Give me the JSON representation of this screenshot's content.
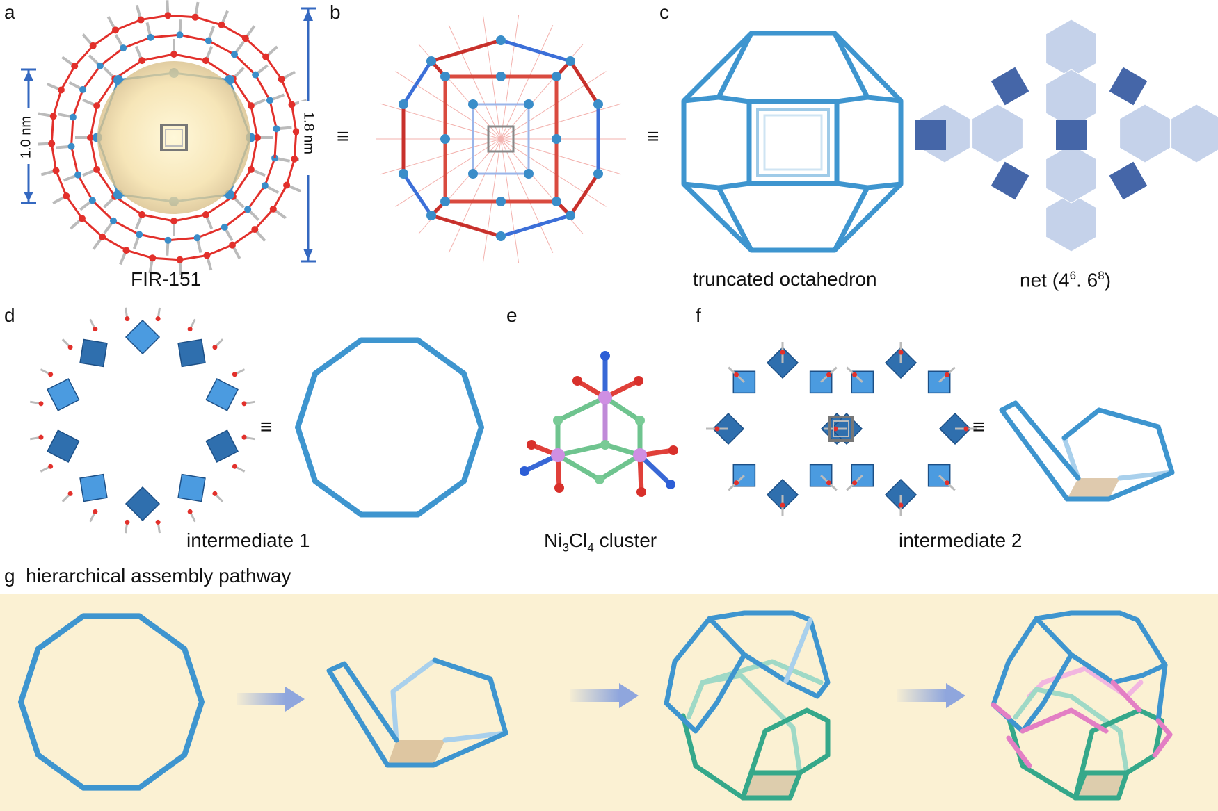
{
  "panels": {
    "a": {
      "letter": "a",
      "name": "FIR-151",
      "inner_size": "1.0 nm",
      "outer_size": "1.8 nm"
    },
    "b": {
      "letter": "b"
    },
    "c": {
      "letter": "c",
      "polyhedron": "truncated octahedron",
      "net_base": "net (4",
      "net_sup1": "6",
      "net_mid": ". 6",
      "net_sup2": "8",
      "net_end": ")"
    },
    "d": {
      "letter": "d",
      "caption": "intermediate 1"
    },
    "e": {
      "letter": "e",
      "cap_ni": "Ni",
      "cap_sub1": "3",
      "cap_cl": "Cl",
      "cap_sub2": "4",
      "cap_rest": " cluster"
    },
    "f": {
      "letter": "f",
      "caption": "intermediate 2"
    },
    "g": {
      "letter": "g",
      "title": "hierarchical assembly pathway"
    }
  },
  "symbols": {
    "equivalent": "≡"
  },
  "colors": {
    "frame_blue": "#3e95cf",
    "frame_teal": "#35a88a",
    "frame_pink": "#e37fc4",
    "oxygen_red": "#e2302b",
    "metal_blue": "#3a8dc9",
    "polyhedron_blue": "#3f86cf",
    "net_light": "#c5d2ea",
    "net_dark": "#4566a8",
    "band_bg": "#fbf1d3",
    "arrow": "#8fa6dd"
  }
}
